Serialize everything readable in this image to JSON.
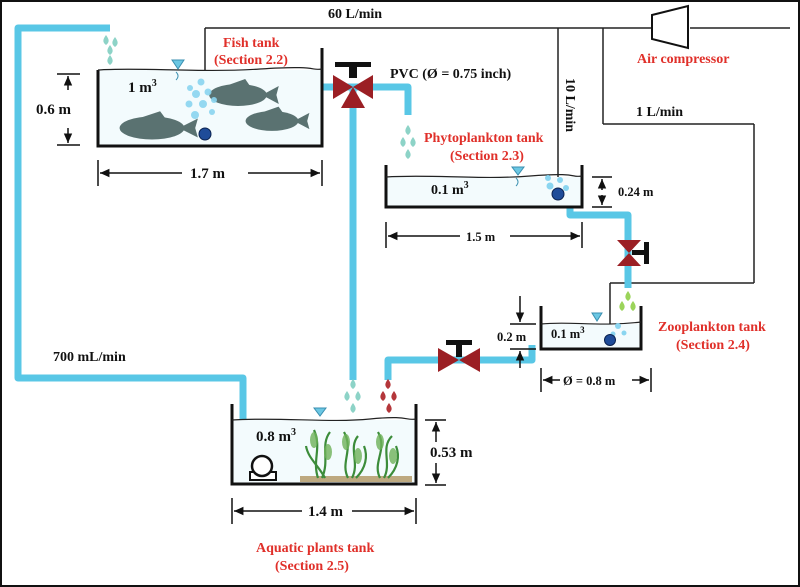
{
  "colors": {
    "pipe": "#59c7e6",
    "wire": "#222222",
    "red_text": "#e0302a",
    "valve": "#9b1f24",
    "water": "#6bc7e3",
    "fish": "#5a7271",
    "plant": "#3c8c3a"
  },
  "icons": [
    "air-compressor-icon",
    "valve-icon",
    "pump-icon",
    "air-stone-icon",
    "fish-icon",
    "plant-icon",
    "water-drop-icon"
  ],
  "flows": {
    "air_main": "60 L/min",
    "air_phyto": "10 L/min",
    "air_zoo": "1 L/min",
    "return": "700 mL/min",
    "pvc": "PVC (Ø = 0.75 inch)"
  },
  "compressor": {
    "label": "Air compressor"
  },
  "fish_tank": {
    "name": "Fish tank",
    "section": "(Section 2.2)",
    "volume_base": "1 m",
    "volume_exp": "3",
    "height": "0.6 m",
    "width": "1.7 m"
  },
  "phyto_tank": {
    "name": "Phytoplankton tank",
    "section": "(Section 2.3)",
    "volume_base": "0.1 m",
    "volume_exp": "3",
    "height": "0.24 m",
    "width": "1.5 m"
  },
  "zoo_tank": {
    "name": "Zooplankton tank",
    "section": "(Section 2.4)",
    "volume_base": "0.1 m",
    "volume_exp": "3",
    "height": "0.2 m",
    "diameter": "Ø = 0.8 m"
  },
  "plant_tank": {
    "name": "Aquatic plants tank",
    "section": "(Section 2.5)",
    "volume_base": "0.8 m",
    "volume_exp": "3",
    "height": "0.53 m",
    "width": "1.4 m"
  }
}
